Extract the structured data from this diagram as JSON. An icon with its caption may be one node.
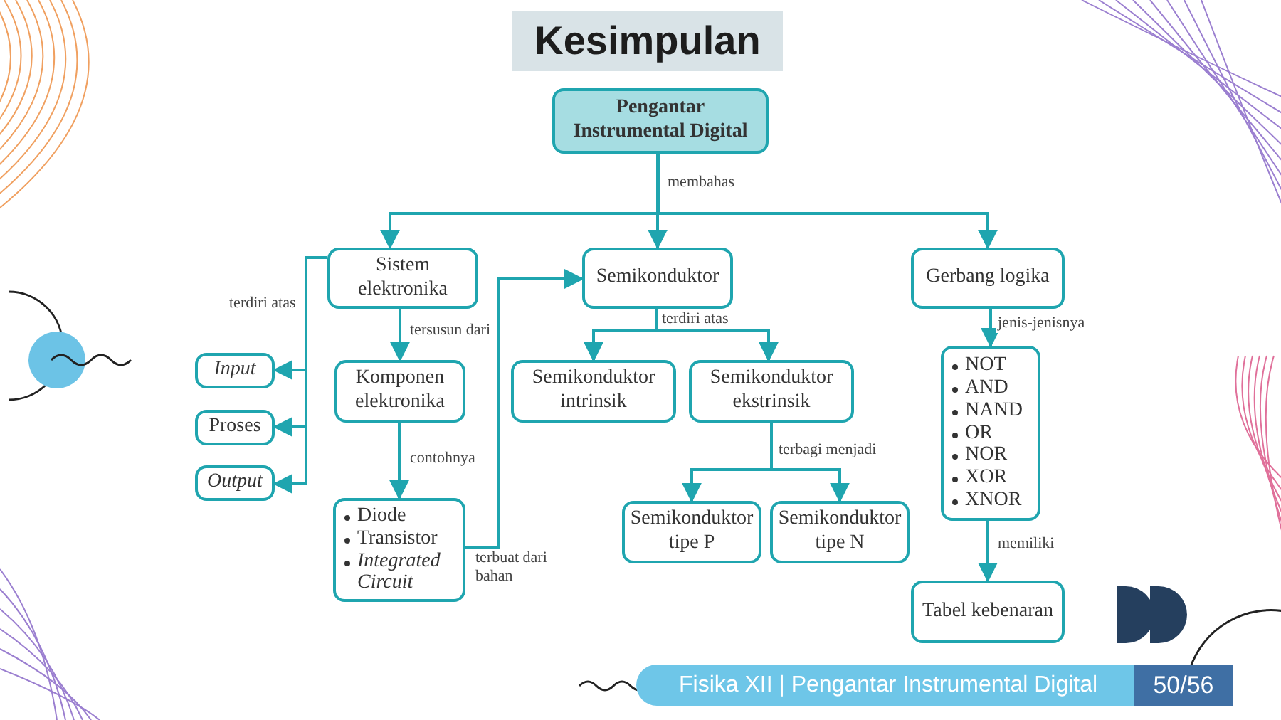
{
  "diagram": {
    "title": "Kesimpulan",
    "nodes": [
      {
        "text": [
          "Pengantar Instrumental Digital"
        ]
      },
      {
        "text": [
          "Sistem elektronika"
        ]
      },
      {
        "text": [
          "Semikonduktor"
        ]
      },
      {
        "text": [
          "Gerbang logika"
        ]
      },
      {
        "text": [
          "*Input*"
        ]
      },
      {
        "text": [
          "Proses"
        ]
      },
      {
        "text": [
          "*Output*"
        ]
      },
      {
        "text": [
          "Komponen elektronika"
        ]
      },
      {
        "text": [
          "Diode",
          "Transistor",
          "*Integrated Circuit*"
        ]
      },
      {
        "text": [
          "Semikonduktor intrinsik"
        ]
      },
      {
        "text": [
          "Semikonduktor ekstrinsik"
        ]
      },
      {
        "text": [
          "Semikonduktor tipe P"
        ]
      },
      {
        "text": [
          "Semikonduktor tipe N"
        ]
      },
      {
        "text": [
          "NOT",
          "AND",
          "NAND",
          "OR",
          "NOR",
          "XOR",
          "XNOR"
        ]
      },
      {
        "text": [
          "Tabel kebenaran"
        ]
      }
    ],
    "edges": [
      {
        "from": 0,
        "to": 1,
        "arrow": "to"
      },
      {
        "from": 0,
        "to": 2,
        "arrow": "to",
        "label": "membahas"
      },
      {
        "from": 0,
        "to": 3,
        "arrow": "to"
      },
      {
        "from": 1,
        "to": 4,
        "arrow": "to",
        "label": "terdiri atas"
      },
      {
        "from": 1,
        "to": 5,
        "arrow": "to"
      },
      {
        "from": 1,
        "to": 6,
        "arrow": "to"
      },
      {
        "from": 1,
        "to": 7,
        "arrow": "to",
        "label": "tersusun dari"
      },
      {
        "from": 7,
        "to": 8,
        "arrow": "to",
        "label": "contohnya"
      },
      {
        "from": 8,
        "to": 2,
        "arrow": "to",
        "label": "terbuat dari bahan"
      },
      {
        "from": 2,
        "to": 9,
        "arrow": "to",
        "label": "terdiri atas"
      },
      {
        "from": 2,
        "to": 10,
        "arrow": "to"
      },
      {
        "from": 10,
        "to": 11,
        "arrow": "to",
        "label": "terbagi menjadi"
      },
      {
        "from": 10,
        "to": 12,
        "arrow": "to"
      },
      {
        "from": 3,
        "to": 13,
        "arrow": "to",
        "label": "jenis-jenisnya"
      },
      {
        "from": 13,
        "to": 14,
        "arrow": "to",
        "label": "memiliki"
      }
    ],
    "labels": [
      "Fisika XII | Pengantar Instrumental Digital",
      "50/56"
    ]
  }
}
